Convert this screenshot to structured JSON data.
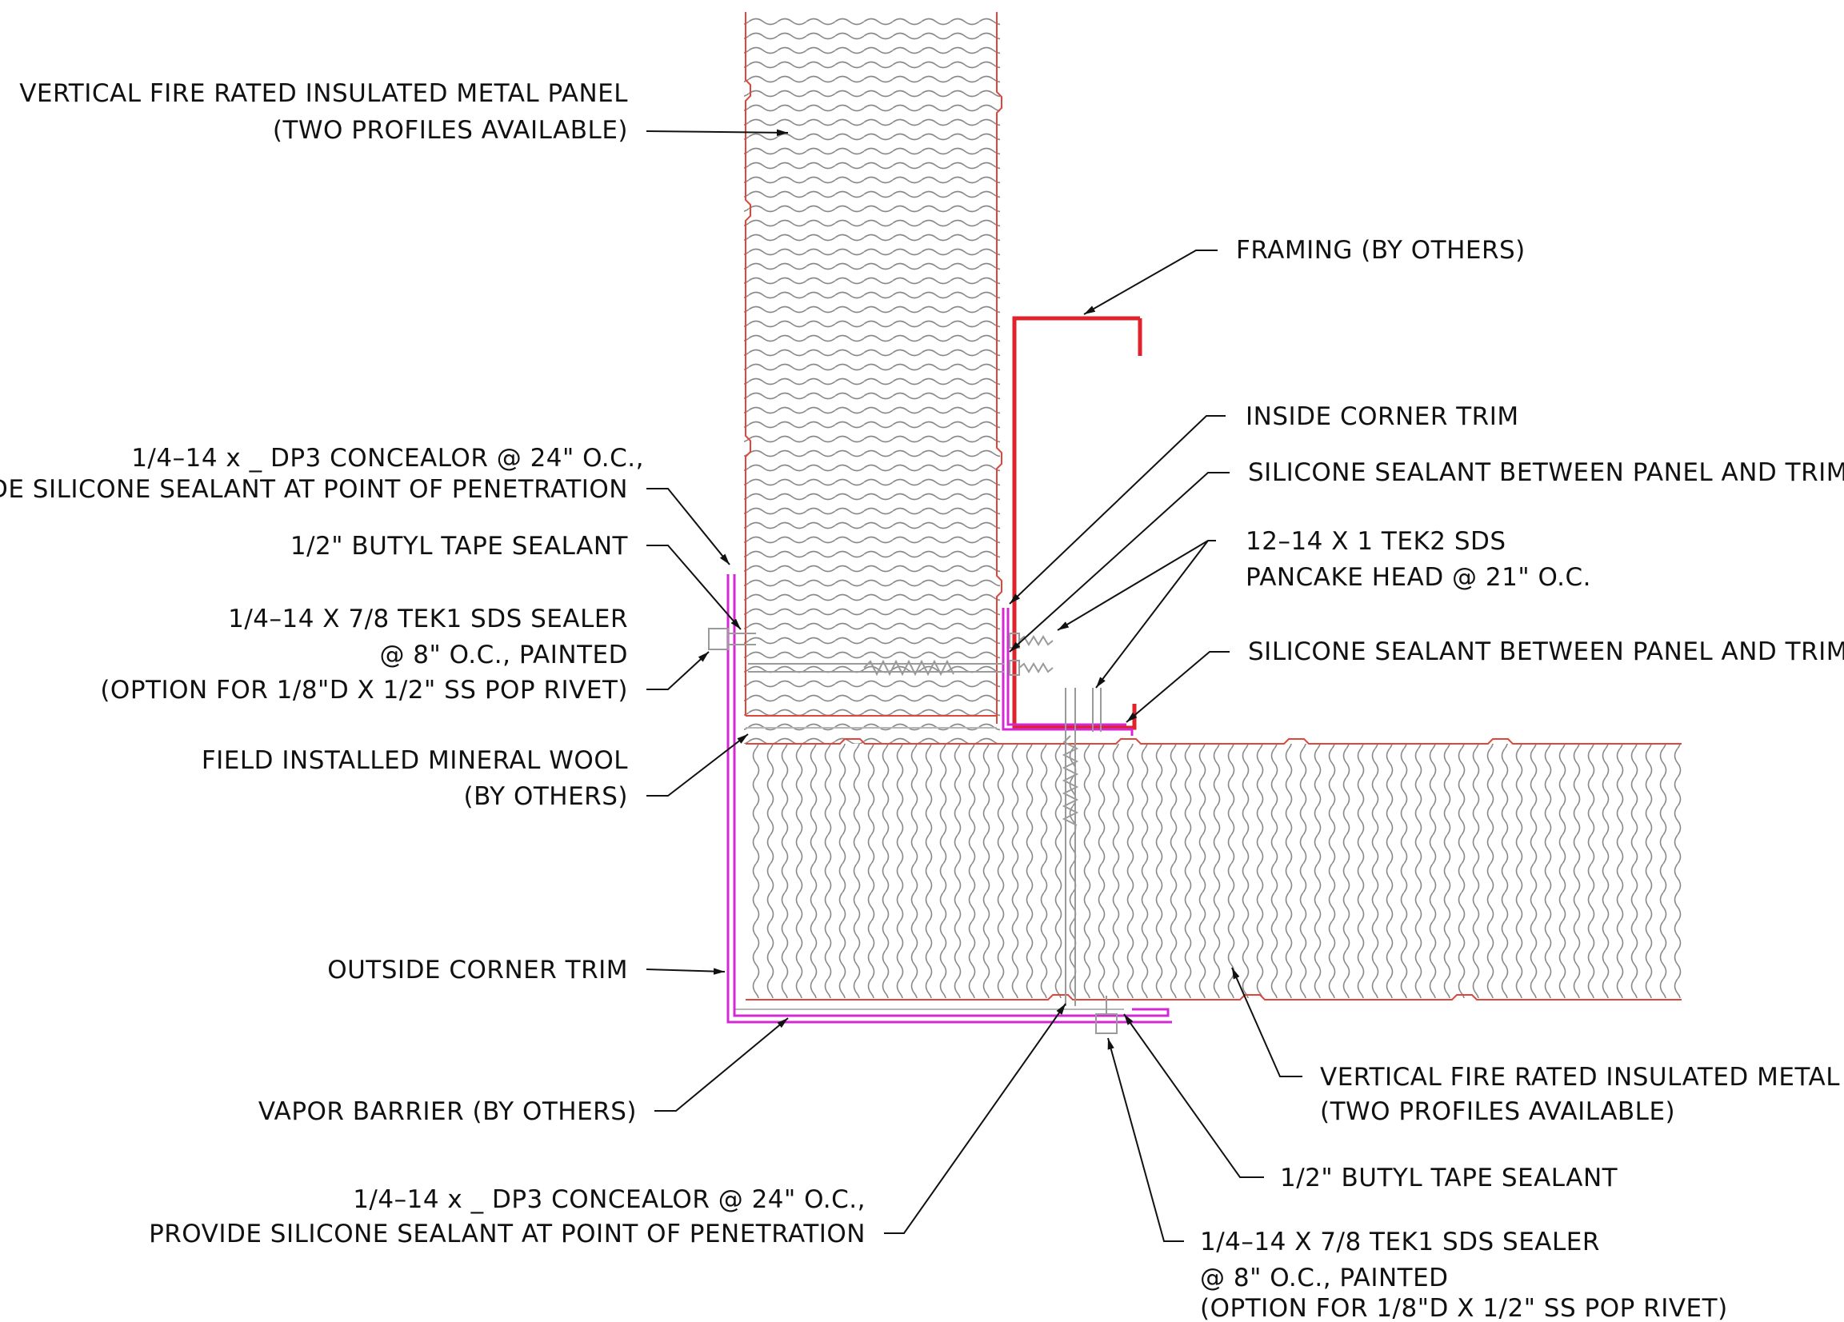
{
  "labels": {
    "top_panel_line1": "VERTICAL FIRE RATED INSULATED METAL PANEL",
    "top_panel_line2": "(TWO PROFILES AVAILABLE)",
    "framing": "FRAMING (BY OTHERS)",
    "inside_corner_trim": "INSIDE CORNER TRIM",
    "silicone_1": "SILICONE SEALANT BETWEEN PANEL AND TRIM",
    "tek2_line1": "12–14 X 1 TEK2 SDS",
    "tek2_line2": "PANCAKE HEAD @ 21\" O.C.",
    "silicone_2": "SILICONE SEALANT BETWEEN PANEL AND TRIM",
    "dp3_left_line1": "1/4–14 x _ DP3 CONCEALOR @ 24\" O.C.,",
    "dp3_left_line2": "PROVIDE SILICONE SEALANT AT POINT OF PENETRATION",
    "butyl_left": "1/2\" BUTYL TAPE SEALANT",
    "tek1_left_line1": "1/4–14 X 7/8  TEK1 SDS SEALER",
    "tek1_left_line2": "@ 8\" O.C., PAINTED",
    "tek1_left_line3": "(OPTION FOR 1/8\"D X 1/2\" SS POP RIVET)",
    "mineral_wool_line1": "FIELD INSTALLED MINERAL WOOL",
    "mineral_wool_line2": "(BY OTHERS)",
    "outside_corner_trim": "OUTSIDE CORNER TRIM",
    "vapor_barrier": "VAPOR BARRIER (BY OTHERS)",
    "bottom_panel_line1": "VERTICAL FIRE RATED INSULATED METAL PANEL",
    "bottom_panel_line2": "(TWO PROFILES AVAILABLE)",
    "dp3_bottom_line1": "1/4–14 x _ DP3 CONCEALOR @ 24\" O.C.,",
    "dp3_bottom_line2": "PROVIDE SILICONE SEALANT AT POINT OF PENETRATION",
    "butyl_bottom": "1/2\" BUTYL TAPE SEALANT",
    "tek1_bottom_line1": "1/4–14 X 7/8  TEK1 SDS SEALER",
    "tek1_bottom_line2": "@ 8\" O.C., PAINTED",
    "tek1_bottom_line3": "(OPTION FOR 1/8\"D X 1/2\" SS POP RIVET)"
  },
  "colors": {
    "panel_edge": "#e0473a",
    "trim": "#d528d5",
    "framing": "#e0222a",
    "core_hatch": "#8a8a8a",
    "text": "#111111"
  }
}
